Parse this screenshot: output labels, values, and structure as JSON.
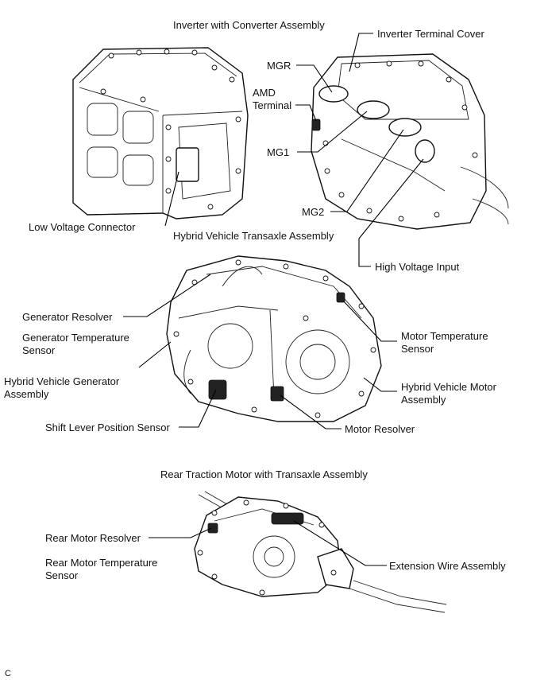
{
  "groups": {
    "inverter": "Inverter with Converter Assembly",
    "transaxle": "Hybrid Vehicle Transaxle Assembly",
    "rear": "Rear Traction Motor with Transaxle Assembly"
  },
  "labels": {
    "inverter_terminal_cover": "Inverter Terminal Cover",
    "mgr": "MGR",
    "amd_terminal_1": "AMD",
    "amd_terminal_2": "Terminal",
    "mg1": "MG1",
    "mg2": "MG2",
    "low_voltage_connector": "Low Voltage Connector",
    "high_voltage_input": "High Voltage Input",
    "generator_resolver": "Generator Resolver",
    "generator_temp_1": "Generator Temperature",
    "generator_temp_2": "Sensor",
    "hv_generator_1": "Hybrid Vehicle Generator",
    "hv_generator_2": "Assembly",
    "shift_lever": "Shift Lever Position Sensor",
    "motor_temp_1": "Motor Temperature",
    "motor_temp_2": "Sensor",
    "hv_motor_1": "Hybrid Vehicle Motor",
    "hv_motor_2": "Assembly",
    "motor_resolver": "Motor Resolver",
    "rear_motor_resolver": "Rear Motor Resolver",
    "rear_motor_temp_1": "Rear Motor Temperature",
    "rear_motor_temp_2": "Sensor",
    "extension_wire": "Extension Wire Assembly"
  },
  "figure_code": "C"
}
